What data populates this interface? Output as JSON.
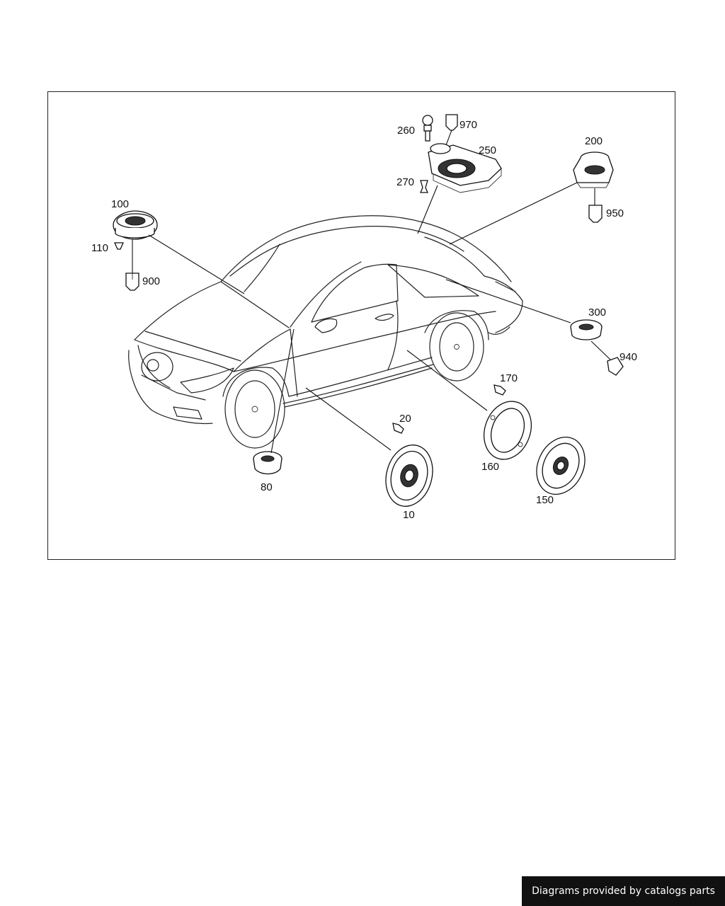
{
  "diagram": {
    "labels": {
      "p10": "10",
      "p20": "20",
      "p80": "80",
      "p100": "100",
      "p110": "110",
      "p150": "150",
      "p160": "160",
      "p170": "170",
      "p200": "200",
      "p250": "250",
      "p260": "260",
      "p270": "270",
      "p300": "300",
      "p900": "900",
      "p940": "940",
      "p950": "950",
      "p970": "970"
    }
  },
  "footer": {
    "text": "Diagrams provided by catalogs parts"
  }
}
